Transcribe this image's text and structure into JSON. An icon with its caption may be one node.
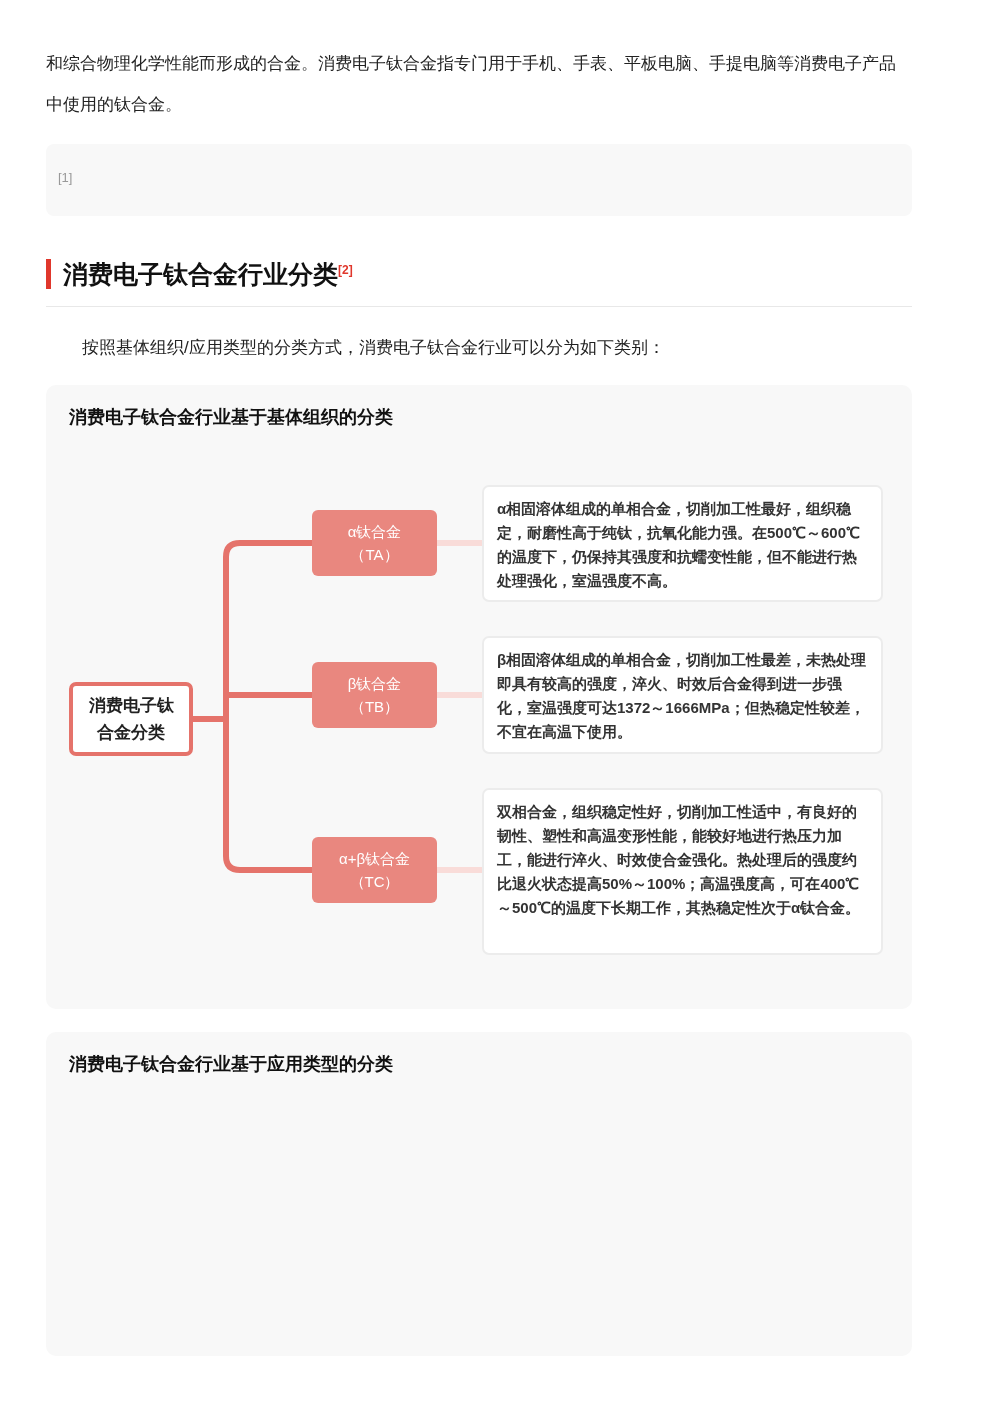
{
  "diagram": {
    "nodes": [
      {
        "text": [
          "消费电子钛合金行业基于基体组织的分类"
        ]
      },
      {
        "text": [
          "消费电子钛合金分类"
        ],
        "in": 0
      },
      {
        "text": [
          "α钛合金（TA）"
        ],
        "in": 0
      },
      {
        "text": [
          "β钛合金（TB）"
        ],
        "in": 0
      },
      {
        "text": [
          "α+β钛合金（TC）"
        ],
        "in": 0
      },
      {
        "text": [
          "α相固溶体组成的单相合金，切削加工性最好，组织稳定，耐磨性高于纯钛，抗氧化能力强。在500℃～600℃的温度下，仍保持其强度和抗蠕变性能，但不能进行热处理强化，室温强度不高。"
        ],
        "in": 0
      },
      {
        "text": [
          "β相固溶体组成的单相合金，切削加工性最差，未热处理即具有较高的强度，淬火、时效后合金得到进一步强化，室温强度可达1372～1666MPa；但热稳定性较差，不宜在高温下使用。"
        ],
        "in": 0
      },
      {
        "text": [
          "双相合金，组织稳定性好，切削加工性适中，有良好的韧性、塑性和高温变形性能，能较好地进行热压力加工，能进行淬火、时效使合金强化。热处理后的强度约比退火状态提高50%～100%；高温强度高，可在400℃～500℃的温度下长期工作，其热稳定性次于α钛合金。"
        ],
        "in": 0
      },
      {
        "text": [
          "消费电子钛合金行业基于应用类型的分类"
        ]
      }
    ],
    "edges": [
      {
        "from": 1,
        "to": 2,
        "arrow": "none"
      },
      {
        "from": 1,
        "to": 3,
        "arrow": "none"
      },
      {
        "from": 1,
        "to": 4,
        "arrow": "none"
      },
      {
        "from": 2,
        "to": 5,
        "arrow": "none",
        "color": "#f9dcd9"
      },
      {
        "from": 3,
        "to": 6,
        "arrow": "none",
        "color": "#f9dcd9"
      },
      {
        "from": 4,
        "to": 7,
        "arrow": "none",
        "color": "#f9dcd9"
      }
    ],
    "labels": [
      "和综合物理化学性能而形成的合金。消费电子钛合金指专门用于手机、手表、平板电脑、手提电脑等消费电子产品中使用的钛合金。",
      "[1]",
      "消费电子钛合金行业分类$^{[2]}$",
      "按照基体组织/应用类型的分类方式，消费电子钛合金行业可以分为如下类别："
    ]
  }
}
